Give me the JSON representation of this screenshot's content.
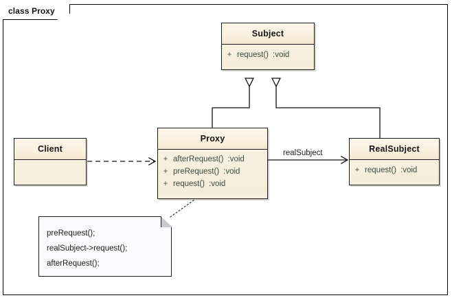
{
  "diagram": {
    "frame_title": "class Proxy",
    "type": "uml-class-diagram",
    "background": "#ffffff",
    "class_fill": "#f7efdd",
    "header_fill": "#fbf1df",
    "border_color": "#1a1a1a",
    "member_text_color": "#3a4a3e"
  },
  "classes": {
    "subject": {
      "name": "Subject",
      "members": [
        {
          "visibility": "+",
          "signature": "request()",
          "type": ":void"
        }
      ]
    },
    "proxy": {
      "name": "Proxy",
      "members": [
        {
          "visibility": "+",
          "signature": "afterRequest()",
          "type": ":void"
        },
        {
          "visibility": "+",
          "signature": "preRequest()",
          "type": ":void"
        },
        {
          "visibility": "+",
          "signature": "request()",
          "type": ":void"
        }
      ]
    },
    "realsubject": {
      "name": "RealSubject",
      "members": [
        {
          "visibility": "+",
          "signature": "request()",
          "type": ":void"
        }
      ]
    },
    "client": {
      "name": "Client",
      "members": []
    }
  },
  "edges": {
    "proxy_to_subject": {
      "kind": "generalization",
      "label": ""
    },
    "realsubject_to_subject": {
      "kind": "generalization",
      "label": ""
    },
    "client_to_proxy": {
      "kind": "dependency",
      "label": ""
    },
    "proxy_to_realsubject": {
      "kind": "association",
      "label": "realSubject"
    },
    "note_to_proxy": {
      "kind": "note-anchor",
      "label": ""
    }
  },
  "note": {
    "lines": [
      "preRequest();",
      "realSubject->request();",
      "afterRequest();"
    ]
  }
}
